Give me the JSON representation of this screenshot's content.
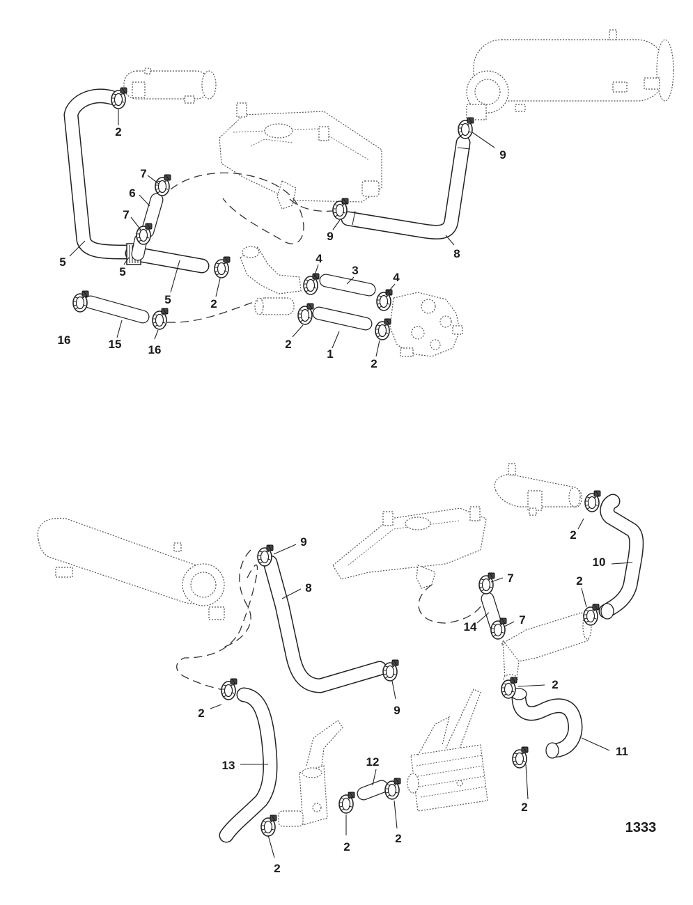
{
  "figure_code": "1333",
  "callouts_top": [
    {
      "id": "t-2-a",
      "label": "2"
    },
    {
      "id": "t-9-a",
      "label": "9"
    },
    {
      "id": "t-7-a",
      "label": "7"
    },
    {
      "id": "t-6",
      "label": "6"
    },
    {
      "id": "t-7-b",
      "label": "7"
    },
    {
      "id": "t-9-b",
      "label": "9"
    },
    {
      "id": "t-8",
      "label": "8"
    },
    {
      "id": "t-5-a",
      "label": "5"
    },
    {
      "id": "t-5-b",
      "label": "5"
    },
    {
      "id": "t-5-c",
      "label": "5"
    },
    {
      "id": "t-2-b",
      "label": "2"
    },
    {
      "id": "t-4-a",
      "label": "4"
    },
    {
      "id": "t-3",
      "label": "3"
    },
    {
      "id": "t-4-b",
      "label": "4"
    },
    {
      "id": "t-16-a",
      "label": "16"
    },
    {
      "id": "t-15",
      "label": "15"
    },
    {
      "id": "t-16-b",
      "label": "16"
    },
    {
      "id": "t-2-c",
      "label": "2"
    },
    {
      "id": "t-1",
      "label": "1"
    },
    {
      "id": "t-2-d",
      "label": "2"
    }
  ],
  "callouts_bottom": [
    {
      "id": "b-2-a",
      "label": "2"
    },
    {
      "id": "b-9-a",
      "label": "9"
    },
    {
      "id": "b-8",
      "label": "8"
    },
    {
      "id": "b-10",
      "label": "10"
    },
    {
      "id": "b-7-a",
      "label": "7"
    },
    {
      "id": "b-2-b",
      "label": "2"
    },
    {
      "id": "b-14",
      "label": "14"
    },
    {
      "id": "b-7-b",
      "label": "7"
    },
    {
      "id": "b-2-c",
      "label": "2"
    },
    {
      "id": "b-9-b",
      "label": "9"
    },
    {
      "id": "b-2-d",
      "label": "2"
    },
    {
      "id": "b-11",
      "label": "11"
    },
    {
      "id": "b-13",
      "label": "13"
    },
    {
      "id": "b-12",
      "label": "12"
    },
    {
      "id": "b-2-e",
      "label": "2"
    },
    {
      "id": "b-2-f",
      "label": "2"
    },
    {
      "id": "b-2-g",
      "label": "2"
    },
    {
      "id": "b-2-h",
      "label": "2"
    }
  ]
}
